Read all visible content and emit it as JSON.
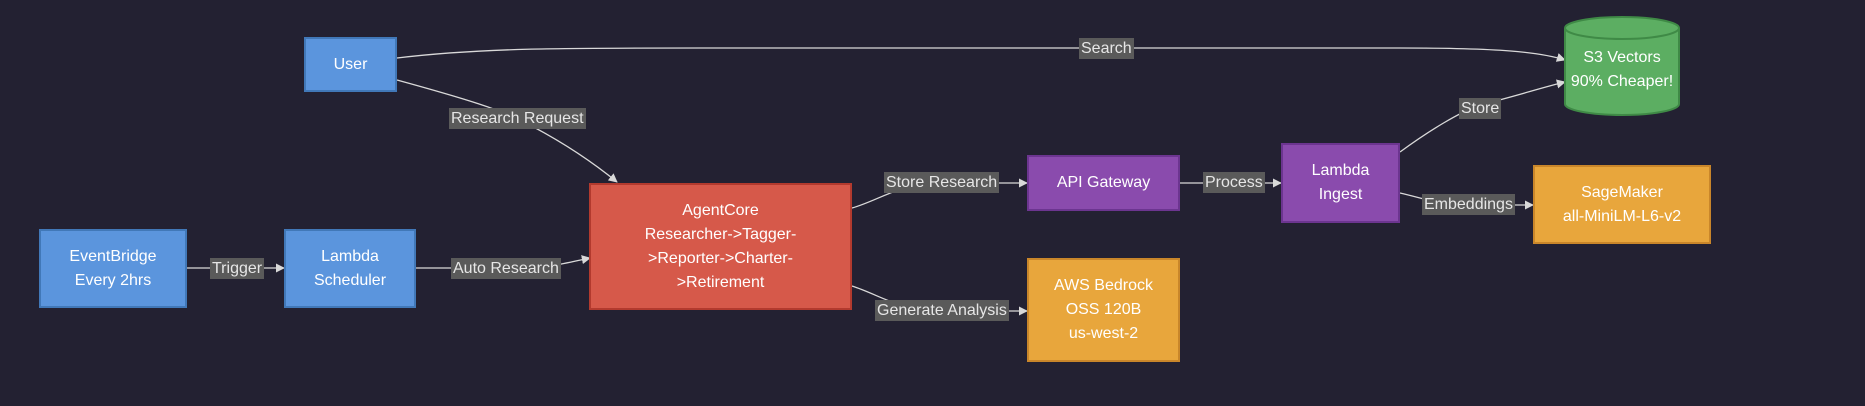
{
  "nodes": {
    "user": "User",
    "eventbridge": [
      "EventBridge",
      "Every 2hrs"
    ],
    "lambda_scheduler": [
      "Lambda",
      "Scheduler"
    ],
    "agentcore": [
      "AgentCore",
      "Researcher->Tagger-",
      ">Reporter->Charter-",
      ">Retirement"
    ],
    "api_gateway": "API Gateway",
    "lambda_ingest": [
      "Lambda",
      "Ingest"
    ],
    "s3_vectors": [
      "S3 Vectors",
      "90% Cheaper!"
    ],
    "sagemaker": [
      "SageMaker",
      "all-MiniLM-L6-v2"
    ],
    "bedrock": [
      "AWS Bedrock",
      "OSS 120B",
      "us-west-2"
    ]
  },
  "edges": {
    "search": "Search",
    "research_request": "Research Request",
    "trigger": "Trigger",
    "auto_research": "Auto Research",
    "store_research": "Store Research",
    "process": "Process",
    "store": "Store",
    "embeddings": "Embeddings",
    "generate_analysis": "Generate Analysis"
  },
  "colors": {
    "background": "#232132",
    "blue": "#5b95dd",
    "red": "#d6594a",
    "purple": "#8a4bad",
    "orange": "#e8a63c",
    "green": "#5cae62",
    "edge": "#d9d9d9"
  }
}
